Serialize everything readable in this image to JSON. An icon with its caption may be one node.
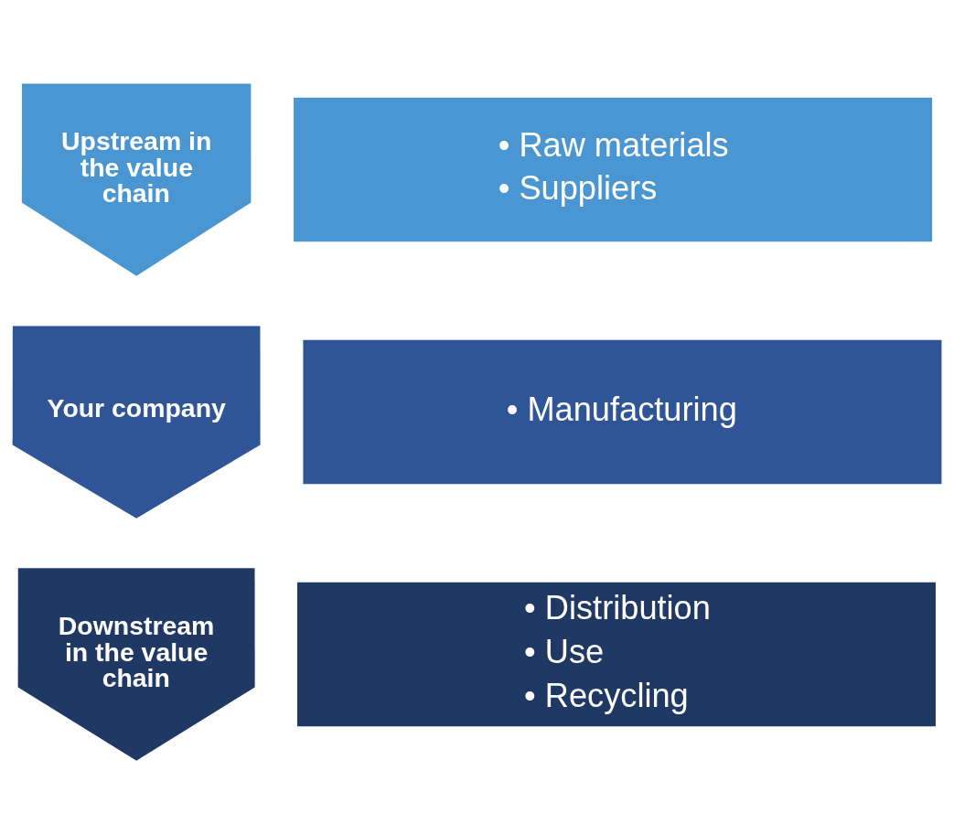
{
  "diagram": {
    "nodes": [
      {
        "text": [
          "Upstream in the value chain"
        ]
      },
      {
        "text": [
          "• Raw materials",
          "• Suppliers"
        ]
      },
      {
        "text": [
          "Your company"
        ]
      },
      {
        "text": [
          "• Manufacturing"
        ]
      },
      {
        "text": [
          "Downstream in the value chain"
        ]
      },
      {
        "text": [
          "• Distribution",
          "• Use",
          "• Recycling"
        ]
      }
    ]
  }
}
